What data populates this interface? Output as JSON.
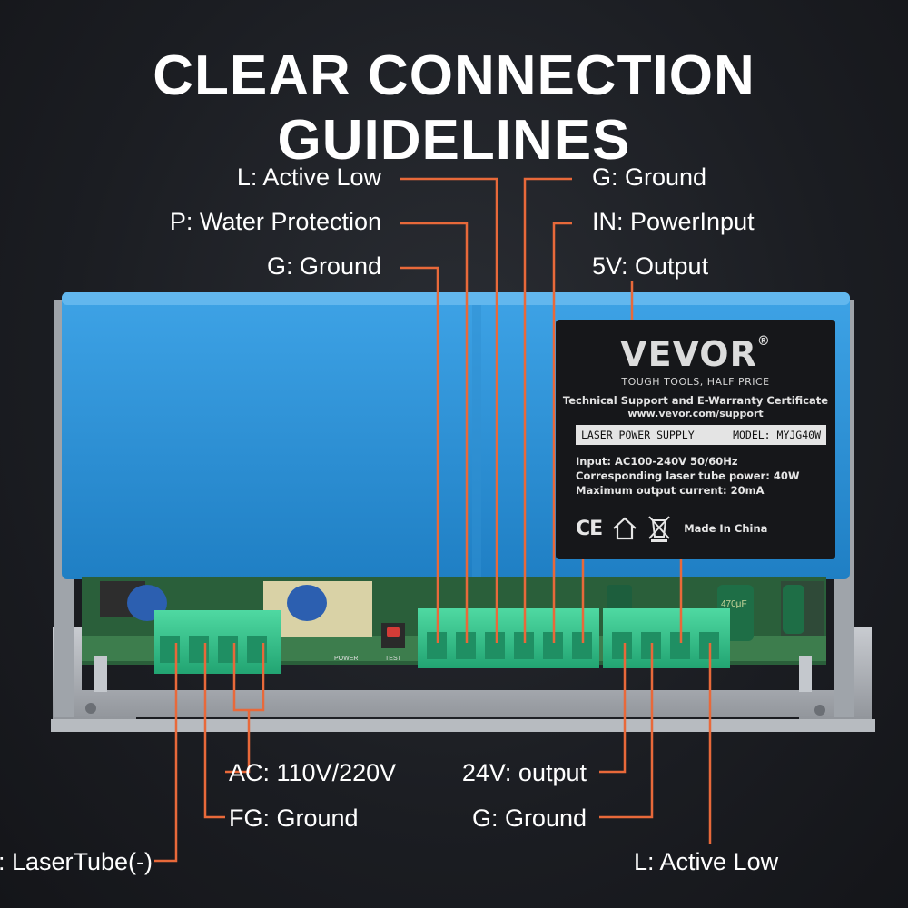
{
  "title": "CLEAR CONNECTION GUIDELINES",
  "labels": {
    "top_left": [
      "L: Active Low",
      "P: Water Protection",
      "G: Ground"
    ],
    "top_right": [
      "G: Ground",
      "IN: PowerInput",
      "5V: Output"
    ],
    "bottom_left": [
      "AC: 110V/220V",
      "FG: Ground",
      "L-: LaserTube(-)"
    ],
    "bottom_right": [
      "24V: output",
      "G: Ground",
      "L: Active Low"
    ]
  },
  "sticker": {
    "brand": "VEVOR",
    "registered": "®",
    "tagline": "TOUGH TOOLS, HALF PRICE",
    "support_title": "Technical Support and E-Warranty Certificate",
    "support_url": "www.vevor.com/support",
    "product": "LASER POWER SUPPLY",
    "model": "MODEL: MYJG40W",
    "specs": [
      "Input: AC100-240V 50/60Hz",
      "Corresponding laser tube power: 40W",
      "Maximum output current: 20mA"
    ],
    "ce_mark": "CE",
    "made_in": "Made In China"
  },
  "board_marks": {
    "power": "POWER",
    "test": "TEST",
    "cap_text": "470μF"
  },
  "colors": {
    "background": "#1b1d22",
    "enclosure_blue": "#2b8fd4",
    "terminal_green": "#36c48e",
    "pcb_green": "#2b6d3c",
    "callout_orange": "#e8693a",
    "text_white": "#ffffff"
  }
}
